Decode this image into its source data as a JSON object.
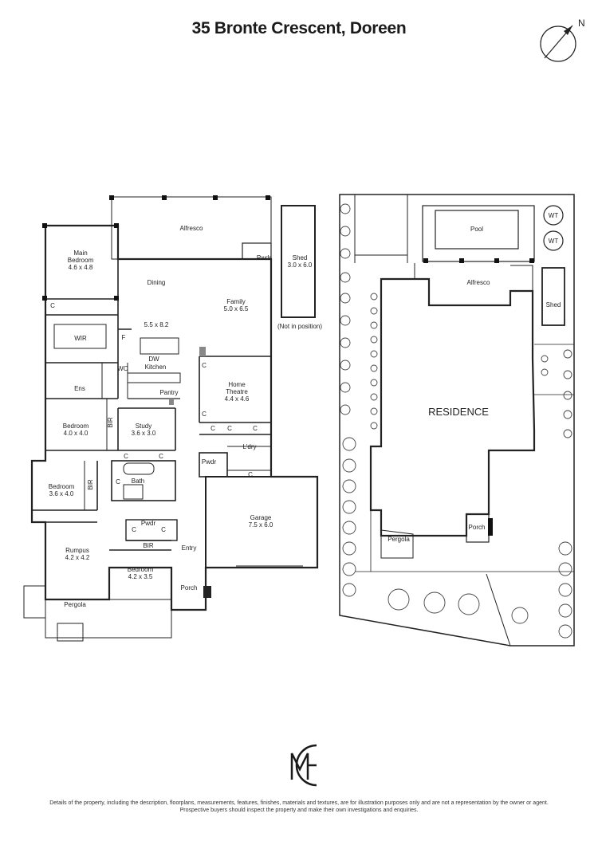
{
  "title": "35 Bronte Crescent, Doreen",
  "compass": {
    "label": "N",
    "icon": "north-arrow-icon"
  },
  "floorplan": {
    "alfresco": "Alfresco",
    "pwdr_top": "Pwdr",
    "shed_name": "Shed",
    "shed_size": "3.0 x 6.0",
    "not_in_position": "(Not in position)",
    "main_bed_name": "Main",
    "main_bed_name2": "Bedroom",
    "main_bed_size": "4.6 x 4.8",
    "dining": "Dining",
    "family": "Family",
    "family_size": "5.0 x 6.5",
    "kitchen_size": "5.5 x 8.2",
    "wir": "WIR",
    "f": "F",
    "dw": "DW",
    "wo": "WO",
    "kitchen": "Kitchen",
    "ens": "Ens",
    "pantry": "Pantry",
    "home_theatre": "Home",
    "home_theatre2": "Theatre",
    "home_theatre_size": "4.4 x 4.6",
    "bed2": "Bedroom",
    "bed2_size": "4.0 x 4.0",
    "bir1": "BIR",
    "study": "Study",
    "study_size": "3.6 x 3.0",
    "ldry": "L'dry",
    "bed3": "Bedroom",
    "bed3_size": "3.6 x 4.0",
    "bir2": "BIR",
    "bath": "Bath",
    "pwdr_mid": "Pwdr",
    "garage": "Garage",
    "garage_size": "7.5 x 6.0",
    "pwdr_low": "Pwdr",
    "rumpus": "Rumpus",
    "rumpus_size": "4.2 x 4.2",
    "bir3": "BIR",
    "entry": "Entry",
    "bed4": "Bedroom",
    "bed4_size": "4.2 x 3.5",
    "porch": "Porch",
    "pergola": "Pergola",
    "c": "C"
  },
  "siteplan": {
    "pool": "Pool",
    "wt1": "WT",
    "wt2": "WT",
    "alfresco": "Alfresco",
    "shed": "Shed",
    "residence": "RESIDENCE",
    "porch": "Porch",
    "pergola": "Pergola"
  },
  "logo": {
    "icon": "mg-monogram-logo"
  },
  "disclaimer": {
    "line1": "Details of the property, including the description, floorplans, measurements, features, finishes, materials and textures, are for illustration purposes only and are not a representation by the owner or agent.",
    "line2": "Prospective buyers should inspect the property and make their own investigations and enquiries."
  }
}
